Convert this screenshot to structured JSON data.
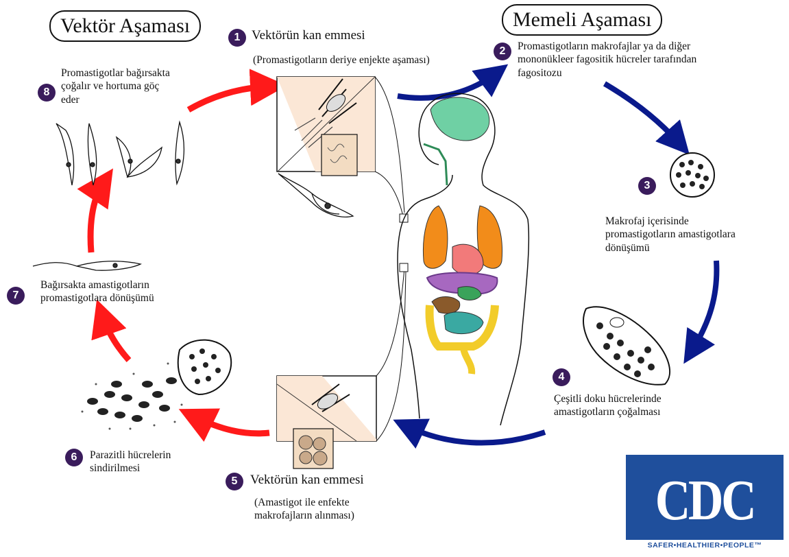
{
  "titles": {
    "vector_stage": "Vektör Aşaması",
    "mammal_stage": "Memeli Aşaması"
  },
  "steps": [
    {
      "num": "1",
      "title": "Vektörün kan emmesi",
      "detail": "(Promastigotların deriye enjekte aşaması)"
    },
    {
      "num": "2",
      "lines": [
        "Promastigotların makrofajlar ya da diğer",
        "mononükleer fagositik hücreler tarafından",
        "fagositozu"
      ]
    },
    {
      "num": "3",
      "lines": [
        "Makrofaj içerisinde",
        "promastigotların amastigotlara",
        "dönüşümü"
      ]
    },
    {
      "num": "4",
      "lines": [
        "Çeşitli doku hücrelerinde",
        "amastigotların çoğalması"
      ]
    },
    {
      "num": "5",
      "title": "Vektörün kan emmesi",
      "detail_lines": [
        "(Amastigot ile enfekte",
        "makrofajların alınması)"
      ]
    },
    {
      "num": "6",
      "lines": [
        "Parazitli hücrelerin",
        "sindirilmesi"
      ]
    },
    {
      "num": "7",
      "lines": [
        "Bağırsakta amastigotların",
        "promastigotlara dönüşümü"
      ]
    },
    {
      "num": "8",
      "lines": [
        "Promastigotlar bağırsakta",
        "çoğalır ve hortuma göç",
        "eder"
      ]
    }
  ],
  "logo": {
    "letters": "CDC",
    "tagline": "SAFER•HEALTHIER•PEOPLE™"
  },
  "colors": {
    "vector_arrow": "#ff1a1a",
    "mammal_arrow": "#0a1a8c",
    "step_badge": "#3a1c5c",
    "cdc_blue": "#1f4f9c"
  }
}
